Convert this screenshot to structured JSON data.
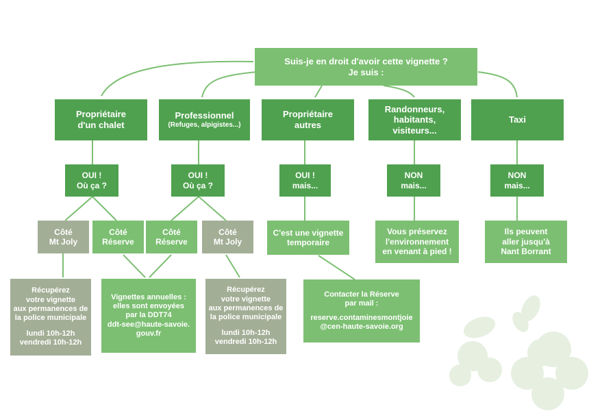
{
  "root": {
    "line1": "Suis-je en droit d'avoir cette vignette ?",
    "line2": "Je suis :"
  },
  "categories": [
    {
      "line1": "Propriétaire",
      "line2": "d'un chalet"
    },
    {
      "line1": "Professionnel",
      "line2": "(Refuges, alpigistes...)"
    },
    {
      "line1": "Propriétaire",
      "line2": "autres"
    },
    {
      "line1": "Randonneurs,",
      "line2": "habitants,",
      "line3": "visiteurs..."
    },
    {
      "line1": "Taxi"
    }
  ],
  "answers": [
    {
      "line1": "OUI !",
      "line2": "Où ça ?"
    },
    {
      "line1": "OUI !",
      "line2": "Où ça ?"
    },
    {
      "line1": "OUI !",
      "line2": "mais..."
    },
    {
      "line1": "NON",
      "line2": "mais..."
    },
    {
      "line1": "NON",
      "line2": "mais..."
    }
  ],
  "places": [
    {
      "line1": "Côté",
      "line2": "Mt Joly"
    },
    {
      "line1": "Côté",
      "line2": "Réserve"
    },
    {
      "line1": "Côté",
      "line2": "Réserve"
    },
    {
      "line1": "Côté",
      "line2": "Mt Joly"
    }
  ],
  "notes": {
    "temporaire": {
      "line1": "C'est une vignette",
      "line2": "temporaire"
    },
    "pied": {
      "line1": "Vous préservez",
      "line2": "l'environnement",
      "line3": "en venant à pied !"
    },
    "nant": {
      "line1": "Ils peuvent",
      "line2": "aller jusqu'à",
      "line3": "Nant Borrant"
    }
  },
  "info": {
    "police_left": {
      "line1": "Récupérez",
      "line2": "votre vignette",
      "line3": "aux permanences de",
      "line4": "la police municipale",
      "line5": "lundi 10h-12h",
      "line6": "vendredi 10h-12h"
    },
    "annuelles": {
      "line1": "Vignettes annuelles :",
      "line2": "elles sont envoyées",
      "line3": "par la DDT74",
      "line4": "ddt-see@haute-savoie.",
      "line5": "gouv.fr"
    },
    "police_right": {
      "line1": "Récupérez",
      "line2": "votre vignette",
      "line3": "aux permanences de",
      "line4": "la police municipale",
      "line5": "lundi 10h-12h",
      "line6": "vendredi 10h-12h"
    },
    "contact": {
      "line1": "Contacter la Réserve",
      "line2": "par mail :",
      "line3": "reserve.contaminesmontjoie",
      "line4": "@cen-haute-savoie.org"
    }
  },
  "colors": {
    "dark": "#4fa14f",
    "mid": "#7cbf72",
    "gray": "#a3ae96",
    "flower": "#e6efe0"
  }
}
